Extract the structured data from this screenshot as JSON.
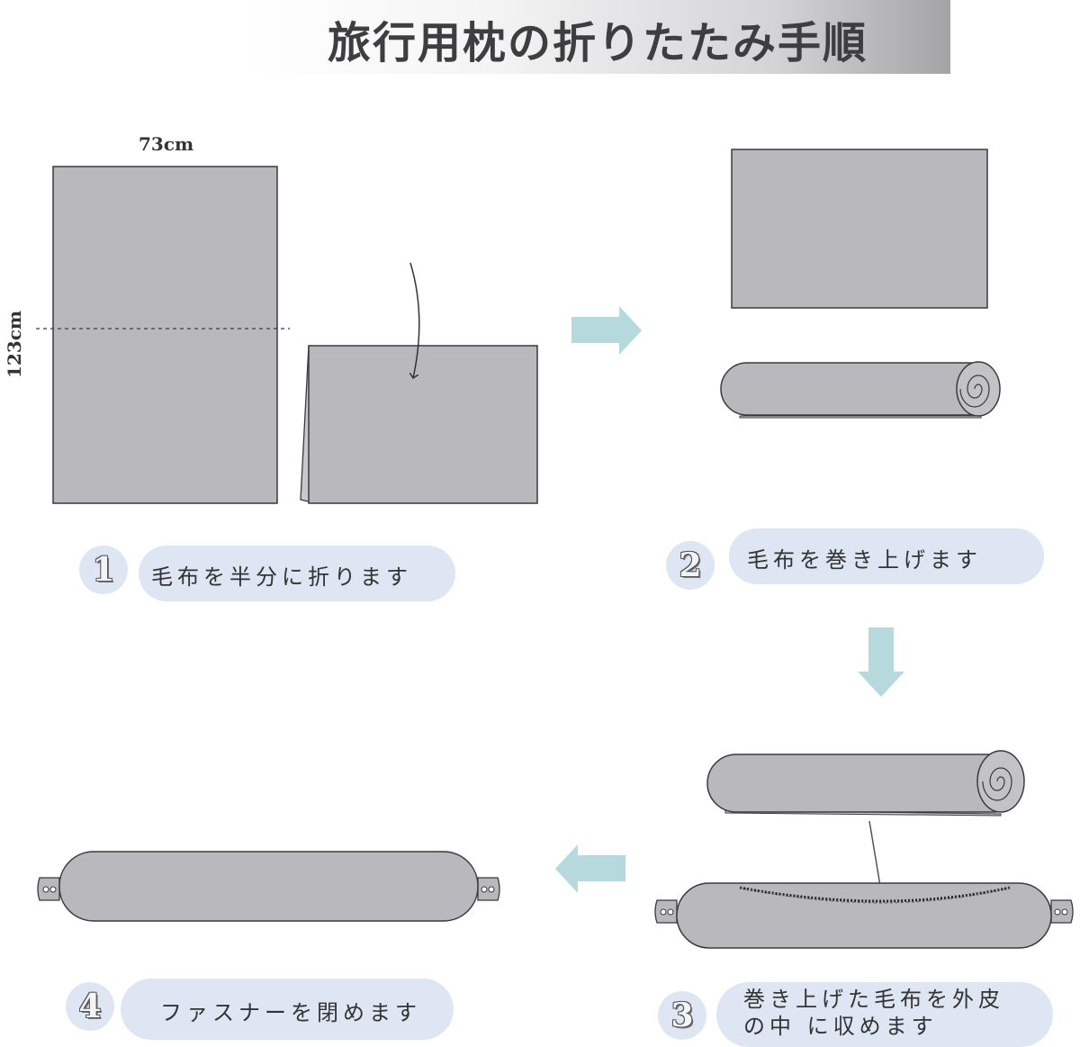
{
  "title": "旅行用枕の折りたたみ手順",
  "dimensions": {
    "width": "73cm",
    "height": "123cm"
  },
  "steps": [
    {
      "number": "1",
      "label": "毛布を半分に折ります"
    },
    {
      "number": "2",
      "label": "毛布を巻き上げます"
    },
    {
      "number": "3",
      "label_line1": "巻き上げた毛布を外皮",
      "label_line2": "の中 に収めます"
    },
    {
      "number": "4",
      "label": "ファスナーを閉めます"
    }
  ],
  "colors": {
    "fabric": "#b8b8bd",
    "outline": "#3a3a3a",
    "arrow": "#b5d9dd",
    "pill": "#dde6f2"
  },
  "icons": [
    "arrow-right-icon",
    "arrow-down-icon",
    "arrow-left-icon",
    "curved-arrow-icon",
    "zipper-icon"
  ]
}
